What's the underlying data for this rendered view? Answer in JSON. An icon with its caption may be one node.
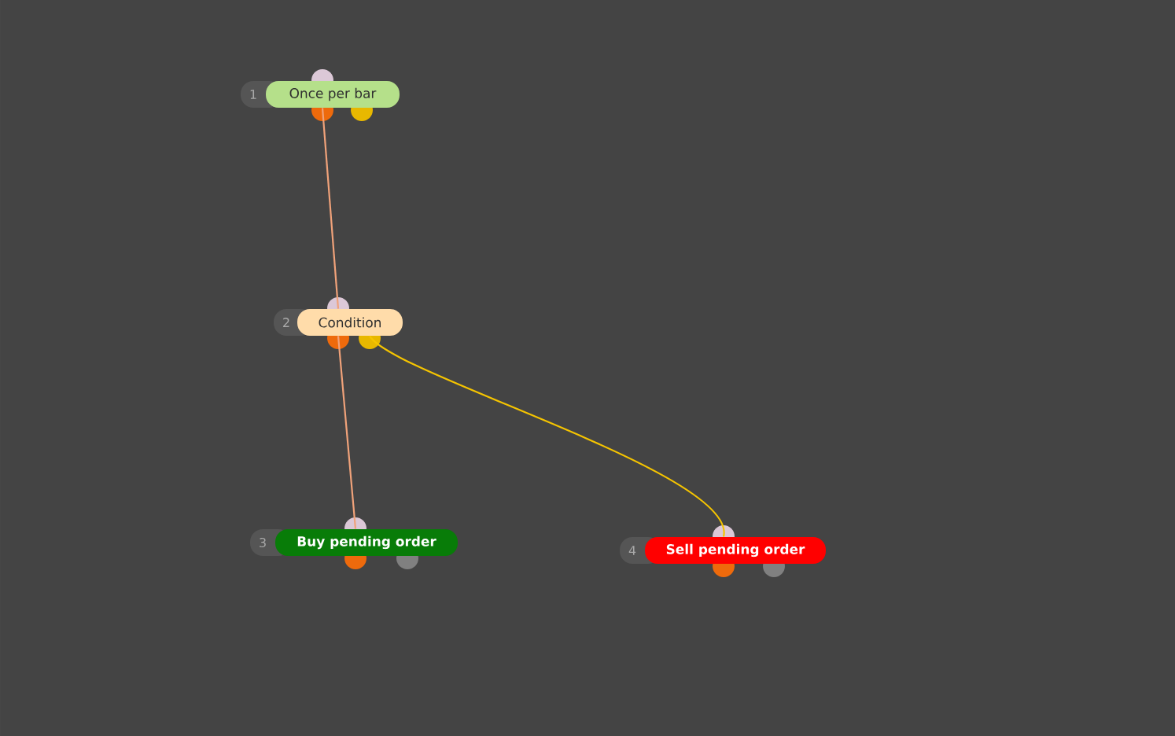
{
  "diagram": {
    "nodes": [
      {
        "text": [
          "1",
          "Once per bar"
        ]
      },
      {
        "text": [
          "2",
          "Condition"
        ]
      },
      {
        "text": [
          "3",
          "Buy pending order"
        ]
      },
      {
        "text": [
          "4",
          "Sell pending order"
        ]
      }
    ],
    "edges": [
      {
        "from": 0,
        "to": 1,
        "arrow": "none"
      },
      {
        "from": 1,
        "to": 2,
        "arrow": "none"
      },
      {
        "from": 1,
        "to": 3,
        "arrow": "none",
        "color": "#f5c400"
      }
    ]
  }
}
